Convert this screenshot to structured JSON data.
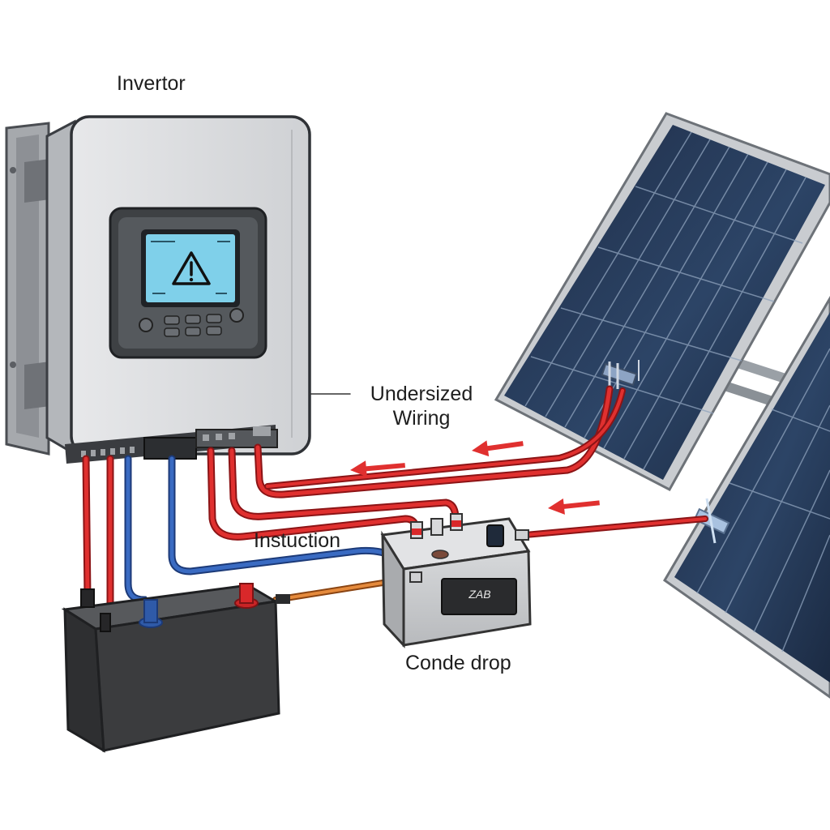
{
  "labels": {
    "inverter": "Invertor",
    "undersized_line1": "Undersized",
    "undersized_line2": "Wiring",
    "instruction": "Instuction",
    "drop": "Conde drop",
    "box_display": "ZAB"
  },
  "colors": {
    "positive_wire": "#d9282a",
    "negative_wire": "#2f5aa8",
    "orange_wire": "#e07a2e",
    "panel_cell": "#22344f",
    "lcd": "#7fd0ea",
    "battery": "#3b3b3d"
  },
  "icons": {
    "warning": "warning-triangle-icon",
    "flow_arrows": "arrow-left-icon"
  }
}
